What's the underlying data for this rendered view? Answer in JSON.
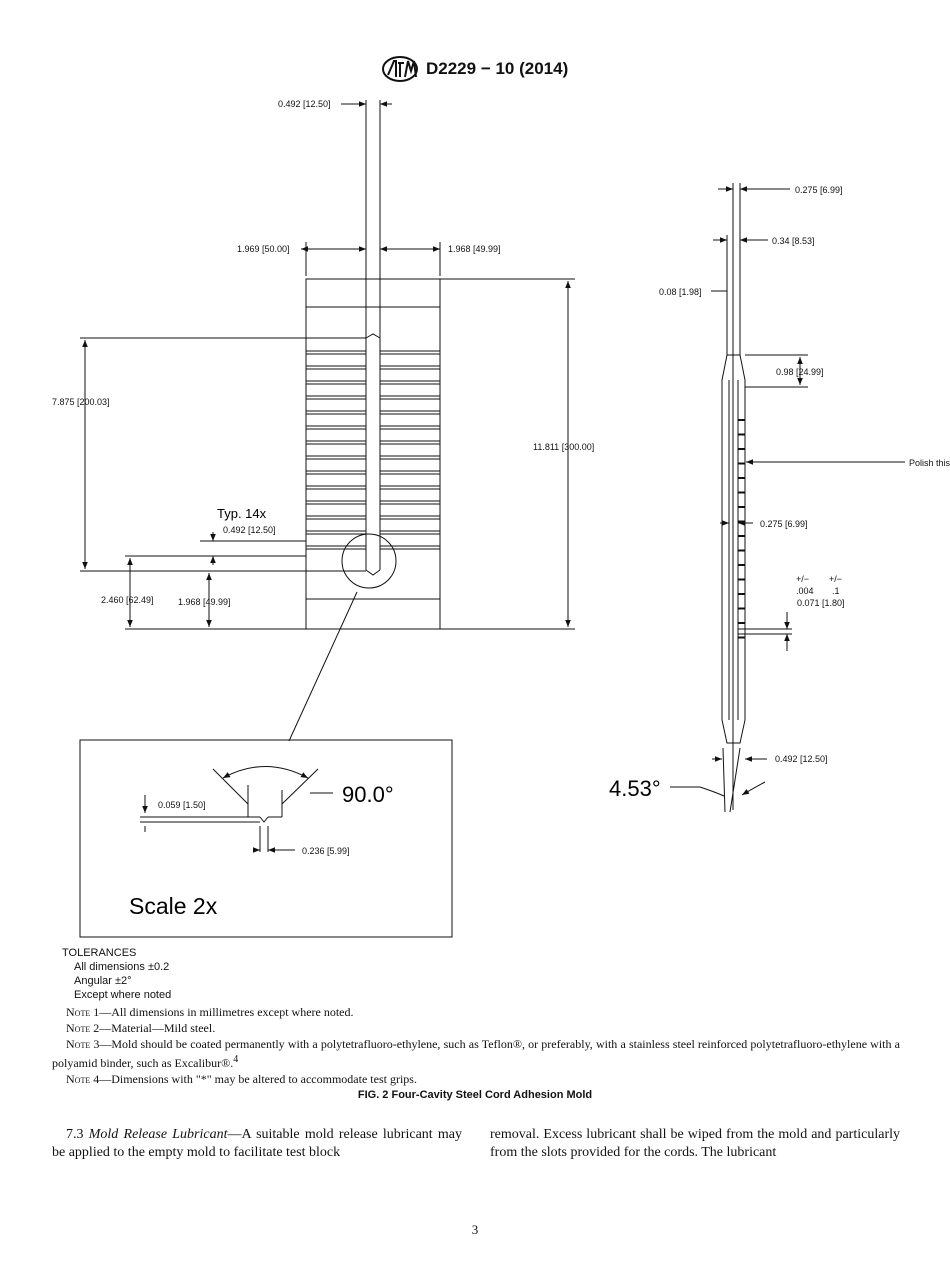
{
  "header": {
    "logo_icon": "astm-logo-icon",
    "title": "D2229 − 10 (2014)"
  },
  "drawing": {
    "dims_left": {
      "top_width": "0.492 [12.50]",
      "left_width": "1.969 [50.00]",
      "right_width": "1.968 [49.99]",
      "height_left": "7.875 [200.03]",
      "height_total": "11.811 [300.00]",
      "typ_label": "Typ. 14x",
      "typ_dim": "0.492 [12.50]",
      "bottom_left": "2.460 [62.49]",
      "bottom_mid": "1.968 [49.99]"
    },
    "detail": {
      "angle": "90.0°",
      "depth": "0.059 [1.50]",
      "width": "0.236 [5.99]",
      "scale": "Scale 2x"
    },
    "dims_right": {
      "top_width": "0.275 [6.99]",
      "second_width": "0.34 [8.53]",
      "small": "0.08 [1.98]",
      "taper": "0.98 [24.99]",
      "polish": "Polish this",
      "slot_width": "0.275 [6.99]",
      "tol_a1": "+/−",
      "tol_a2": ".004",
      "tol_b1": "+/−",
      "tol_b2": ".1",
      "slot_gap": "0.071 [1.80]",
      "bottom_width": "0.492 [12.50]",
      "angle": "4.53°"
    }
  },
  "tolerances": {
    "title": "TOLERANCES",
    "line1": "All dimensions   ±0.2",
    "line2": "Angular   ±2°",
    "line3": "Except where noted"
  },
  "notes": {
    "n1_head": "Note 1",
    "n1_text": "—All dimensions in millimetres except where noted.",
    "n2_head": "Note 2",
    "n2_text": "—Material—Mild steel.",
    "n3_head": "Note 3",
    "n3_text": "—Mold should be coated permanently with a polytetrafluoro-ethylene, such as Teflon®, or preferably, with a stainless steel reinforced polytetrafluoro-ethylene with a polyamid binder, such as Excalibur®.",
    "n3_sup": "4",
    "n4_head": "Note 4",
    "n4_text": "—Dimensions with \"*\" may be altered to accommodate test grips."
  },
  "figure_caption": "FIG. 2 Four-Cavity Steel Cord Adhesion Mold",
  "body": {
    "section_num": "7.3",
    "section_title": "Mold Release Lubricant",
    "left_text": "—A suitable mold release lubricant may be applied to the empty mold to facilitate test block",
    "right_text": "removal. Excess lubricant shall be wiped from the mold and particularly from the slots provided for the cords. The lubricant"
  },
  "page_number": "3"
}
